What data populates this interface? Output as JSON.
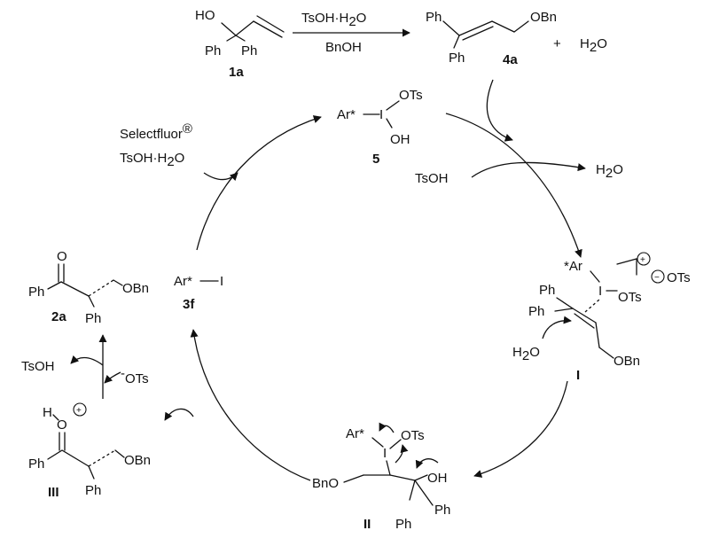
{
  "reaction": {
    "reactant": {
      "label": "1a",
      "ho": "HO",
      "ph_left": "Ph",
      "ph_right": "Ph"
    },
    "reagent_top": "TsOH·H",
    "reagent_top_sub": "2",
    "reagent_top_tail": "O",
    "reagent_bottom": "BnOH",
    "product": {
      "label": "4a",
      "ph_top": "Ph",
      "ph_bottom": "Ph",
      "obn": "OBn"
    },
    "plus": "+",
    "water": "H",
    "water_sub": "2",
    "water_tail": "O"
  },
  "cycle": {
    "compound5": {
      "label": "5",
      "ar": "Ar*",
      "i": "I",
      "ots": "OTs",
      "oh": "OH"
    },
    "selectfluor": "Selectfluor",
    "registered": "®",
    "tsoh_h2o": "TsOH·H",
    "tsoh_h2o_sub": "2",
    "tsoh_h2o_tail": "O",
    "tsoh_right": "TsOH",
    "h2o_right": "H",
    "h2o_right_sub": "2",
    "h2o_right_tail": "O",
    "intI": {
      "label": "I",
      "ar": "*Ar",
      "i": "I",
      "ots_i": "OTs",
      "ots_counter": "OTs",
      "plus": "+",
      "minus": "−",
      "ph_top": "Ph",
      "ph_bottom": "Ph",
      "water": "H",
      "water_sub": "2",
      "water_tail": "O",
      "obn": "OBn"
    },
    "intII": {
      "label": "II",
      "ar": "Ar*",
      "i": "I",
      "ots": "OTs",
      "bno": "BnO",
      "oh": "OH",
      "ph_bottom": "Ph",
      "ph_right": "Ph"
    },
    "intIII": {
      "label": "III",
      "h": "H",
      "o": "O",
      "plus": "+",
      "ph_left": "Ph",
      "ph_bottom": "Ph",
      "obn": "OBn"
    },
    "compound3f": {
      "label": "3f",
      "ar": "Ar*",
      "i": "I"
    },
    "compound2a": {
      "label": "2a",
      "o": "O",
      "ph_left": "Ph",
      "ph_bottom": "Ph",
      "obn": "OBn"
    },
    "tsoh_left": "TsOH",
    "ots_anion": "OTs",
    "ots_anion_charge": "-"
  }
}
